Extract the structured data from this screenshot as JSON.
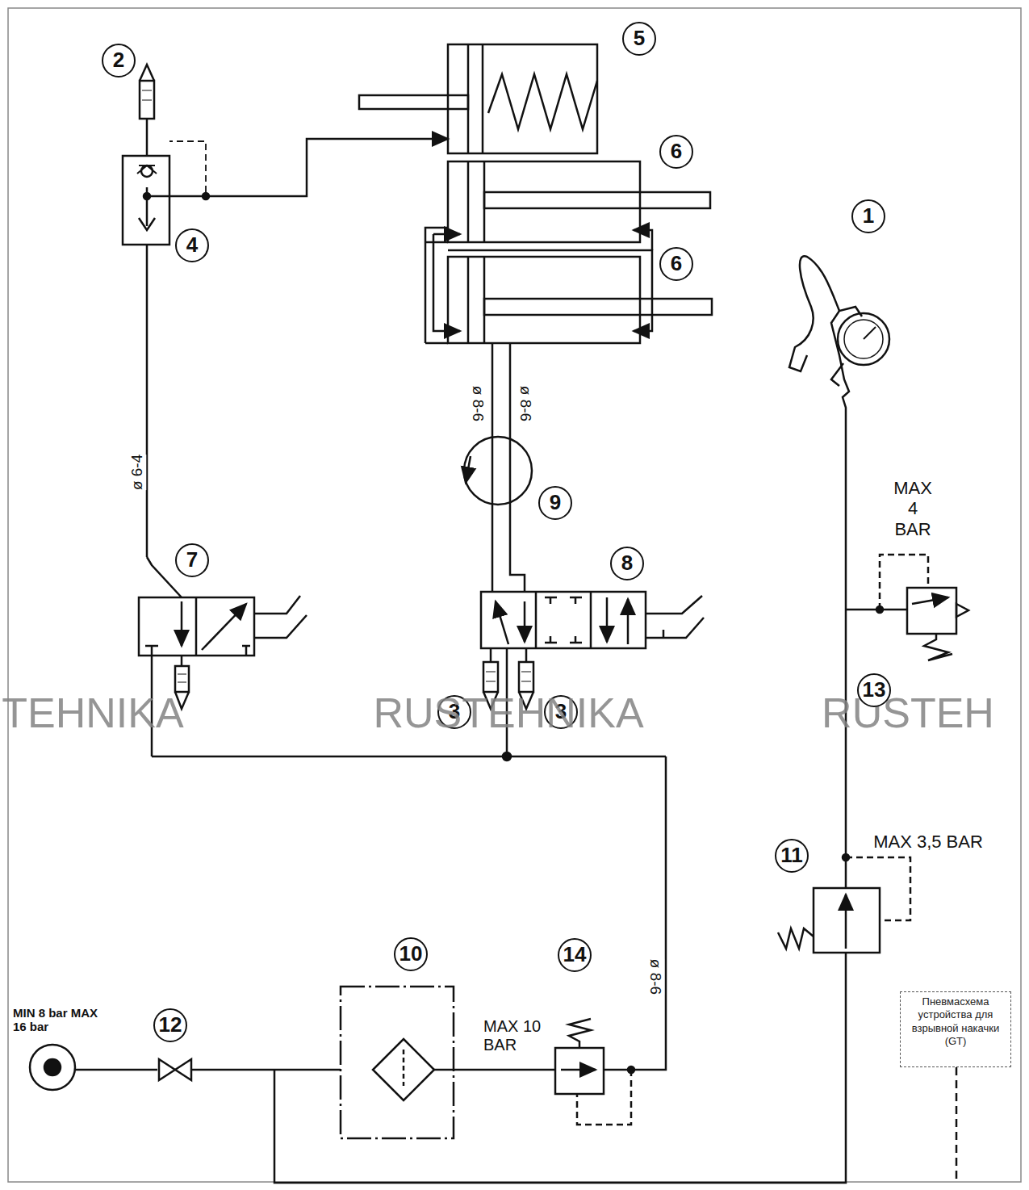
{
  "diagram": {
    "nodes": [
      {
        "text": [
          "Пневмасхема устройства для взрывной накачки (GT)"
        ]
      }
    ],
    "labels": [
      "2",
      "5",
      "6",
      "1",
      "4",
      "6",
      "ø 6-4",
      "ø 8-6",
      "ø 8-6",
      "9",
      "MAX 4 BAR",
      "7",
      "8",
      "3",
      "3",
      "TEHNIKA",
      "RUSTEHNIKA",
      "RUSTEH",
      "13",
      "MAX 3,5 BAR",
      "11",
      "10",
      "14",
      "ø 8-6",
      "MIN 8 bar MAX 16 bar",
      "12",
      "MAX 10 BAR"
    ]
  }
}
